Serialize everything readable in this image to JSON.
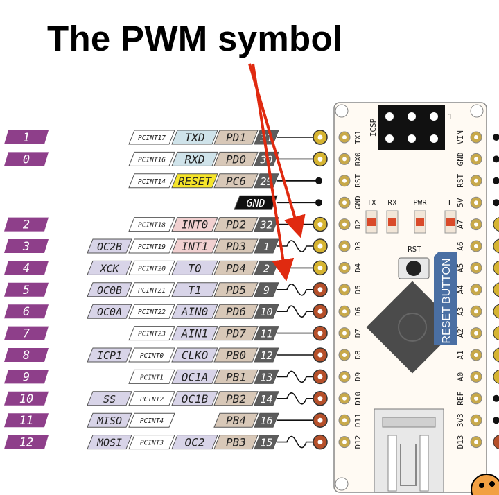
{
  "title": "The PWM symbol",
  "colors": {
    "arduino_pin": "#8e3f8a",
    "port": "#d8c8b8",
    "phys": "#5d5d5d",
    "serial": "#cfe3ea",
    "int": "#f1d0d0",
    "reset": "#f5e42a",
    "timer": "#d8d4e8",
    "digital_pad": "#d6b431",
    "pwm_pad": "#b6502a",
    "arrow": "#e02a10",
    "board": "#fffaf3",
    "chip": "#4b4b4b",
    "reset_tag": "#4a6fa3"
  },
  "pins": [
    {
      "arduino": "1",
      "ext": "",
      "pcint": "PCINT17",
      "func": "TXD",
      "func_type": "serial",
      "port": "PD1",
      "phys": "31",
      "pwm": false,
      "pad": "digital"
    },
    {
      "arduino": "0",
      "ext": "",
      "pcint": "PCINT16",
      "func": "RXD",
      "func_type": "serial",
      "port": "PD0",
      "phys": "30",
      "pwm": false,
      "pad": "digital"
    },
    {
      "arduino": "",
      "ext": "",
      "pcint": "PCINT14",
      "func": "RESET",
      "func_type": "reset",
      "port": "PC6",
      "phys": "29",
      "pwm": false,
      "pad": "dot"
    },
    {
      "arduino": "",
      "ext": "",
      "pcint": "",
      "func": "",
      "func_type": "",
      "port": "",
      "phys": "GND",
      "pwm": false,
      "pad": "dot"
    },
    {
      "arduino": "2",
      "ext": "",
      "pcint": "PCINT18",
      "func": "INT0",
      "func_type": "int",
      "port": "PD2",
      "phys": "32",
      "pwm": false,
      "pad": "digital"
    },
    {
      "arduino": "3",
      "ext": "OC2B",
      "pcint": "PCINT19",
      "func": "INT1",
      "func_type": "int",
      "port": "PD3",
      "phys": "1",
      "pwm": true,
      "pad": "digital"
    },
    {
      "arduino": "4",
      "ext": "XCK",
      "pcint": "PCINT20",
      "func": "T0",
      "func_type": "timer",
      "port": "PD4",
      "phys": "2",
      "pwm": false,
      "pad": "digital"
    },
    {
      "arduino": "5",
      "ext": "OC0B",
      "pcint": "PCINT21",
      "func": "T1",
      "func_type": "timer",
      "port": "PD5",
      "phys": "9",
      "pwm": true,
      "pad": "pwm"
    },
    {
      "arduino": "6",
      "ext": "OC0A",
      "pcint": "PCINT22",
      "func": "AIN0",
      "func_type": "timer",
      "port": "PD6",
      "phys": "10",
      "pwm": true,
      "pad": "pwm"
    },
    {
      "arduino": "7",
      "ext": "",
      "pcint": "PCINT23",
      "func": "AIN1",
      "func_type": "timer",
      "port": "PD7",
      "phys": "11",
      "pwm": false,
      "pad": "pwm"
    },
    {
      "arduino": "8",
      "ext": "ICP1",
      "pcint": "PCINT0",
      "func": "CLKO",
      "func_type": "timer",
      "port": "PB0",
      "phys": "12",
      "pwm": false,
      "pad": "pwm"
    },
    {
      "arduino": "9",
      "ext": "",
      "pcint": "PCINT1",
      "func": "OC1A",
      "func_type": "timer",
      "port": "PB1",
      "phys": "13",
      "pwm": true,
      "pad": "pwm"
    },
    {
      "arduino": "10",
      "ext": "SS",
      "pcint": "PCINT2",
      "func": "OC1B",
      "func_type": "timer",
      "port": "PB2",
      "phys": "14",
      "pwm": true,
      "pad": "pwm"
    },
    {
      "arduino": "11",
      "ext": "MISO",
      "pcint": "PCINT4",
      "func": "",
      "func_type": "",
      "port": "PB4",
      "phys": "16",
      "pwm": false,
      "pad": "pwm"
    },
    {
      "arduino": "12",
      "ext": "MOSI",
      "pcint": "PCINT3",
      "func": "OC2",
      "func_type": "timer",
      "port": "PB3",
      "phys": "15",
      "pwm": true,
      "pad": "pwm"
    }
  ],
  "board": {
    "left_labels": [
      "TX1",
      "RX0",
      "RST",
      "GND",
      "D2",
      "D3",
      "D4",
      "D5",
      "D6",
      "D7",
      "D8",
      "D9",
      "D10",
      "D11",
      "D12"
    ],
    "right_labels": [
      "VIN",
      "GND",
      "RST",
      "5V",
      "A7",
      "A6",
      "A5",
      "A4",
      "A3",
      "A2",
      "A1",
      "A0",
      "REF",
      "3V3",
      "D13"
    ],
    "icsp": "ICSP",
    "icsp_pin1": "1",
    "leds": [
      "TX",
      "RX",
      "PWR",
      "L"
    ],
    "rst_label": "RST",
    "reset_button_label": "RESET BUTTON"
  }
}
